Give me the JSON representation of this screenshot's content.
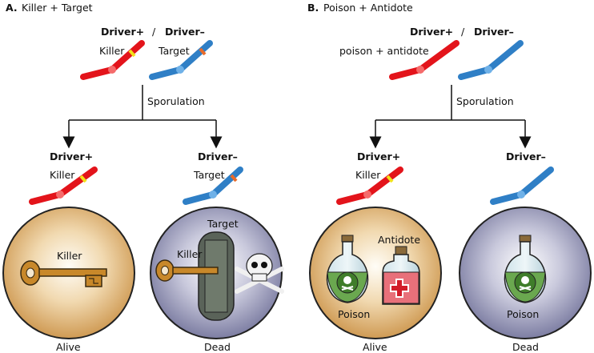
{
  "panel_a": {
    "letter": "A.",
    "title": "Killer + Target",
    "driver_plus": "Driver+",
    "slash": "/",
    "driver_minus": "Driver–",
    "killer_label": "Killer",
    "target_label": "Target",
    "sporulation": "Sporulation",
    "left": {
      "driver": "Driver+",
      "gene_label": "Killer",
      "circle_label": "Killer",
      "outcome": "Alive"
    },
    "right": {
      "driver": "Driver–",
      "gene_label": "Target",
      "circle_top_label": "Target",
      "circle_key_label": "Killer",
      "outcome": "Dead"
    }
  },
  "panel_b": {
    "letter": "B.",
    "title": "Poison + Antidote",
    "driver_plus": "Driver+",
    "slash": "/",
    "driver_minus": "Driver–",
    "gene_label": "poison + antidote",
    "sporulation": "Sporulation",
    "left": {
      "driver": "Driver+",
      "gene_label": "Killer",
      "antidote_label": "Antidote",
      "poison_label": "Poison",
      "outcome": "Alive"
    },
    "right": {
      "driver": "Driver–",
      "poison_label": "Poison",
      "outcome": "Dead"
    }
  },
  "colors": {
    "driver_plus_chromosome": "#e3141b",
    "driver_minus_chromosome": "#2f7fc6",
    "killer_band": "#f2e21a",
    "target_band": "#e86a2a",
    "alive_cell": "#d9a55e",
    "dead_cell": "#8e8fb6",
    "key": "#c8882a",
    "poison_liquid": "#6aa84f",
    "antidote_liquid": "#e8707a"
  }
}
